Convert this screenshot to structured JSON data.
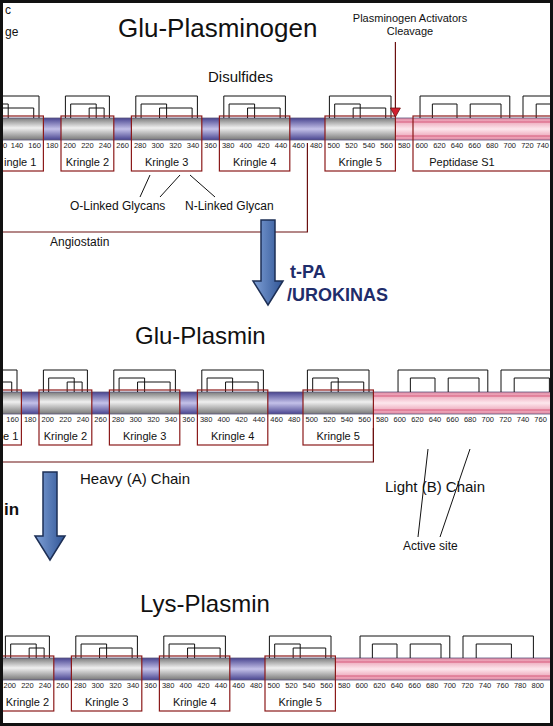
{
  "diagram": {
    "labels": [
      "c",
      "ge",
      "Glu-Plasminogen",
      "Plasminogen Activators Cleavage",
      "Disulfides",
      "0",
      "140",
      "160",
      "180",
      "200",
      "220",
      "240",
      "260",
      "280",
      "300",
      "320",
      "340",
      "360",
      "380",
      "400",
      "420",
      "440",
      "460",
      "480",
      "500",
      "520",
      "540",
      "560",
      "580",
      "600",
      "620",
      "640",
      "660",
      "680",
      "700",
      "720",
      "740",
      "ingle 1",
      "Kringle 2",
      "Kringle 3",
      "Kringle 4",
      "Kringle 5",
      "Peptidase S1",
      "O-Linked Glycans",
      "N-Linked Glycan",
      "Angiostatin",
      "t-PA",
      "/UROKINAS",
      "Glu-Plasmin",
      "160",
      "180",
      "200",
      "220",
      "240",
      "260",
      "280",
      "300",
      "320",
      "340",
      "360",
      "380",
      "400",
      "420",
      "440",
      "460",
      "480",
      "500",
      "520",
      "540",
      "560",
      "580",
      "600",
      "620",
      "640",
      "660",
      "680",
      "700",
      "720",
      "740",
      "760",
      "e 1",
      "Kringle 2",
      "Kringle 3",
      "Kringle 4",
      "Kringle 5",
      "Heavy (A) Chain",
      "in",
      "Light (B) Chain",
      "Active site",
      "Lys-Plasmin",
      "200",
      "220",
      "240",
      "260",
      "280",
      "300",
      "320",
      "340",
      "360",
      "380",
      "400",
      "420",
      "440",
      "460",
      "480",
      "500",
      "520",
      "540",
      "560",
      "580",
      "600",
      "620",
      "640",
      "660",
      "680",
      "700",
      "720",
      "740",
      "760",
      "780",
      "800",
      "Kringle 2",
      "Kringle 3",
      "Kringle 4",
      "Kringle 5"
    ]
  }
}
